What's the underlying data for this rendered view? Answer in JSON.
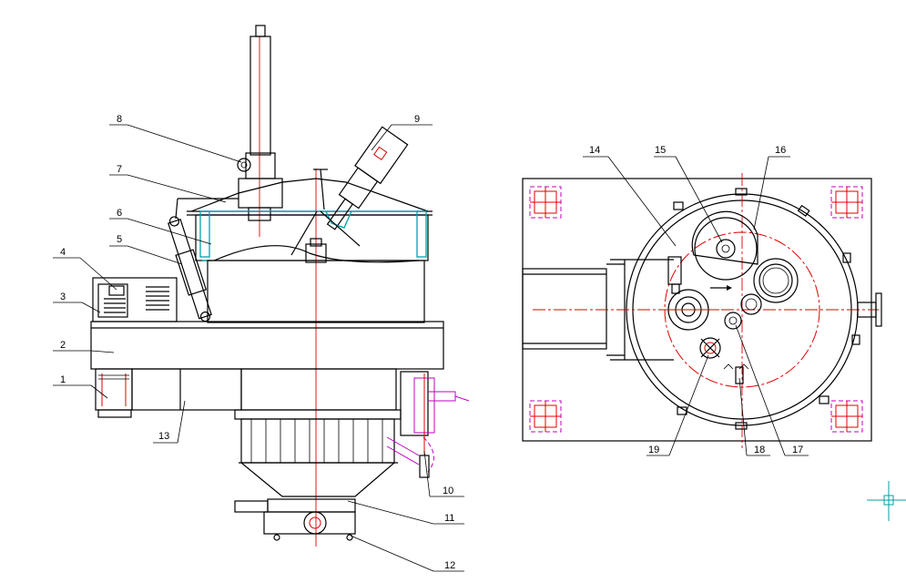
{
  "colors": {
    "outline": "#000000",
    "centerline": "#e00000",
    "cyan": "#00a0b0",
    "magenta": "#c000c0",
    "cursor": "#00a0a0"
  },
  "callouts": [
    "1",
    "2",
    "3",
    "4",
    "5",
    "6",
    "7",
    "8",
    "9",
    "10",
    "11",
    "12",
    "13",
    "14",
    "15",
    "16",
    "17",
    "18",
    "19"
  ],
  "icons": {
    "cursor": "crosshair-cursor-icon"
  }
}
